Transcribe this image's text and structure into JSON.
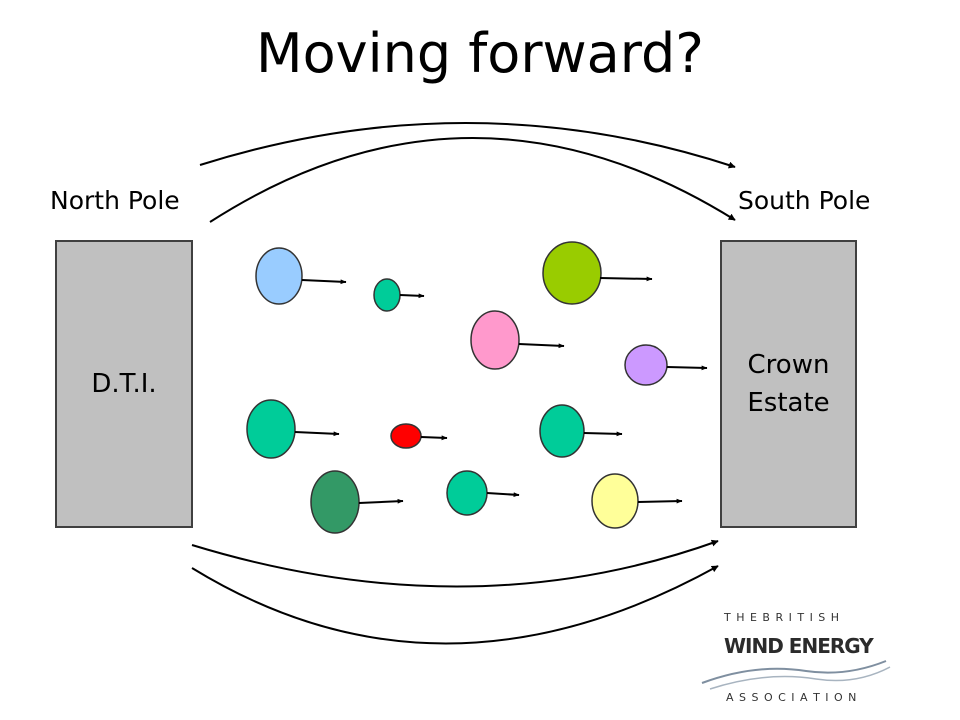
{
  "title": "Moving forward?",
  "left_pole_label": "North Pole",
  "right_pole_label": "South Pole",
  "left_box": {
    "label": "D.T.I."
  },
  "right_box": {
    "label_lines": [
      "Crown",
      "Estate"
    ]
  },
  "logo": {
    "top_text": "T H E   B R I T I S H",
    "main_text": "WIND ENERGY",
    "bottom_text": "A S S O C I A T I O N"
  },
  "colors": {
    "box_fill": "#c0c0c0",
    "circle_light_blue": "#99ccff",
    "circle_teal": "#00cc99",
    "circle_lime": "#99cc00",
    "circle_pink": "#ff99cc",
    "circle_lavender": "#cc99ff",
    "circle_red": "#ff0000",
    "circle_dark_green": "#339966",
    "circle_light_yellow": "#ffff99"
  }
}
